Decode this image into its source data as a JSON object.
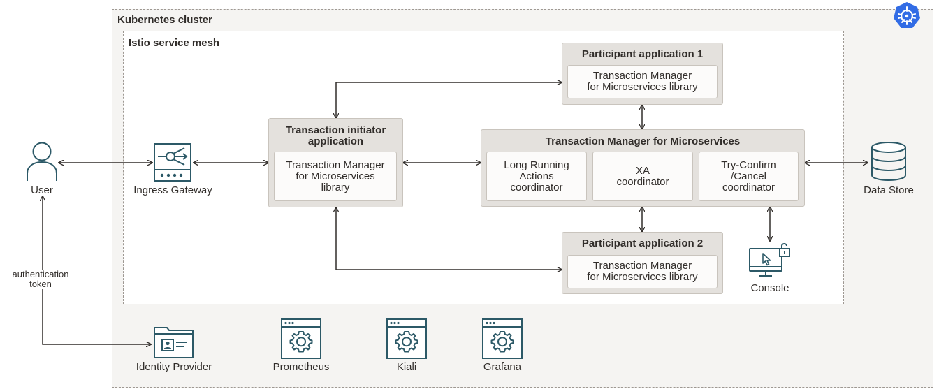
{
  "zones": {
    "cluster_title": "Kubernetes cluster",
    "mesh_title": "Istio service mesh"
  },
  "actors": {
    "user": "User",
    "ingress": "Ingress Gateway",
    "data_store": "Data Store",
    "console": "Console",
    "identity_provider": "Identity Provider",
    "auth_token": "authentication\ntoken"
  },
  "initiator": {
    "title": "Transaction initiator\napplication",
    "library": "Transaction Manager\nfor Microservices\nlibrary"
  },
  "participant1": {
    "title": "Participant application 1",
    "library": "Transaction Manager\nfor Microservices library"
  },
  "participant2": {
    "title": "Participant application 2",
    "library": "Transaction Manager\nfor Microservices library"
  },
  "tmm": {
    "title": "Transaction Manager for Microservices",
    "lra": "Long Running\nActions\ncoordinator",
    "xa": "XA\ncoordinator",
    "tcc": "Try-Confirm\n/Cancel\ncoordinator"
  },
  "tools": [
    "Prometheus",
    "Kiali",
    "Grafana"
  ],
  "colors": {
    "icon_teal": "#2c5967",
    "kubernetes_blue": "#326ce5",
    "line": "#312d2a"
  },
  "icons": [
    "user-icon",
    "ingress-gateway-icon",
    "database-icon",
    "console-icon",
    "identity-provider-icon",
    "monitoring-window-icon",
    "kubernetes-logo"
  ]
}
